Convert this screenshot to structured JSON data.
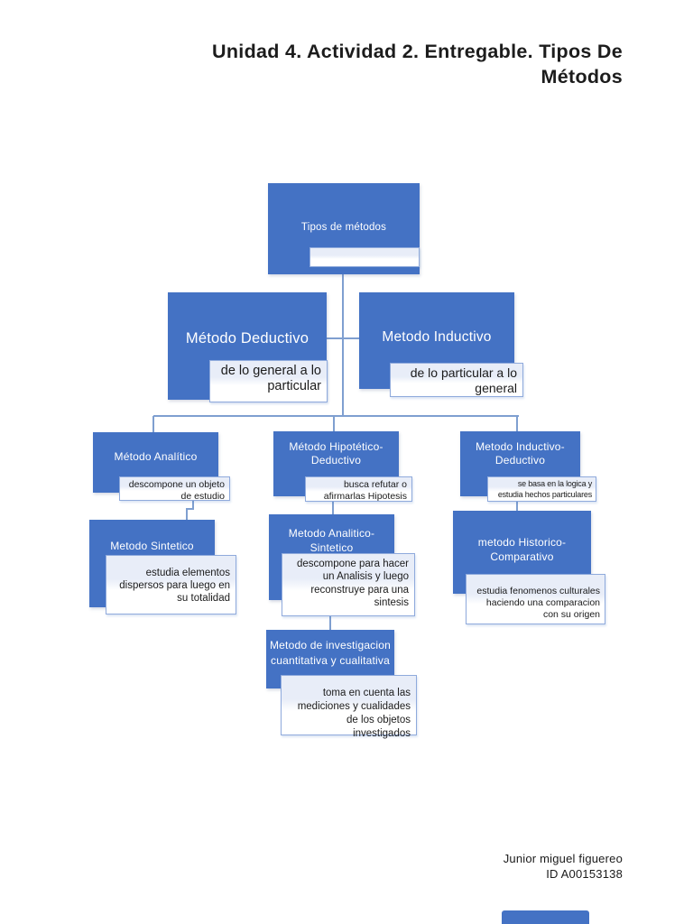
{
  "page": {
    "title_line1": "Unidad 4. Actividad 2. Entregable. Tipos De",
    "title_line2": "Métodos",
    "footer_name": "Junior miguel figuereo",
    "footer_id": "ID A00153138"
  },
  "colors": {
    "box_blue": "#4472C4",
    "note_border": "#8FAADC",
    "note_tint": "#E8EDF8",
    "connector": "#7F9FD0",
    "text_dark": "#1b1b1b"
  },
  "diagram": {
    "root": {
      "label": "Tipos de métodos",
      "note": ""
    },
    "level1": [
      {
        "label": "Método Deductivo",
        "note": "de lo general a lo particular"
      },
      {
        "label": "Metodo Inductivo",
        "note": "de lo particular a lo general"
      }
    ],
    "level2": [
      {
        "label": "Método Analítico",
        "note": "descompone un objeto de estudio"
      },
      {
        "label": "Método Hipotético-Deductivo",
        "note": "busca refutar o afirmarlas Hipotesis"
      },
      {
        "label": "Metodo Inductivo-Deductivo",
        "note": "se basa en la logica y estudia hechos particulares"
      }
    ],
    "level3": [
      {
        "label": "Metodo Sintetico",
        "note": "estudia elementos dispersos para luego en su totalidad"
      },
      {
        "label": "Metodo Analitico-Sintetico",
        "note": "descompone para hacer un Analisis y luego reconstruye para una sintesis"
      },
      {
        "label": "metodo Historico-Comparativo",
        "note": "estudia fenomenos culturales haciendo una comparacion con su origen"
      }
    ],
    "level4": [
      {
        "label": "Metodo de investigacion cuantitativa y cualitativa",
        "note": "toma en cuenta las mediciones y cualidades de los objetos investigados"
      }
    ]
  }
}
